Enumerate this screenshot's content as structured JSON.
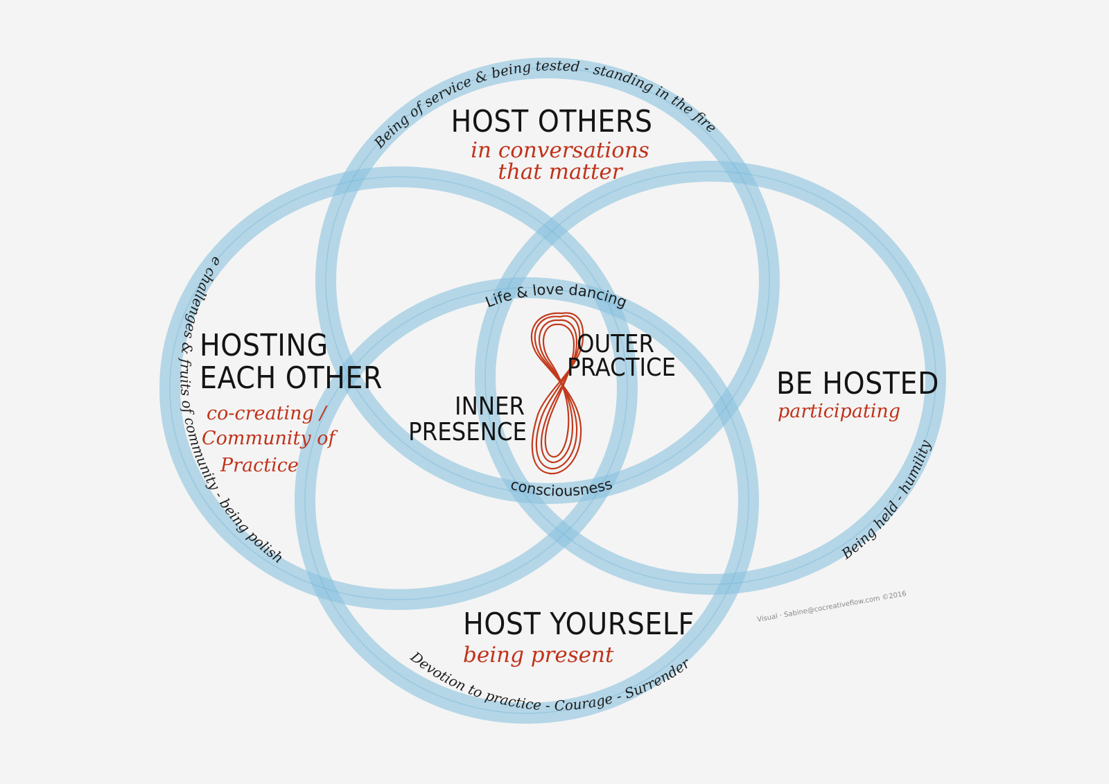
{
  "sections": {
    "host_others": {
      "title": "HOST OTHERS",
      "sub_line1": "in conversations",
      "sub_line2": "that matter",
      "arc_text": "Being of service & being tested - standing in the fire"
    },
    "hosting_each_other": {
      "title_line1": "HOSTING",
      "title_line2": "EACH OTHER",
      "sub_line1": "co-creating /",
      "sub_line2": "Community of",
      "sub_line3": "Practice",
      "arc_text": "The challenges & fruits of community - being polished"
    },
    "be_hosted": {
      "title": "BE HOSTED",
      "sub": "participating",
      "arc_text": "Being held - humility"
    },
    "host_yourself": {
      "title": "HOST YOURSELF",
      "sub": "being present",
      "arc_text": "Devotion to practice - Courage - Surrender"
    }
  },
  "center": {
    "top_arc": "Life & love dancing",
    "bottom_arc": "consciousness",
    "outer_line1": "OUTER",
    "outer_line2": "PRACTICE",
    "inner_line1": "INNER",
    "inner_line2": "PRESENCE"
  },
  "credit": "Visual · Sabine@cocreativeflow.com  ©2016",
  "colors": {
    "ring": "#8dc4df",
    "accent_red": "#c0321a",
    "ink": "#141414",
    "background": "#f4f4f4"
  }
}
